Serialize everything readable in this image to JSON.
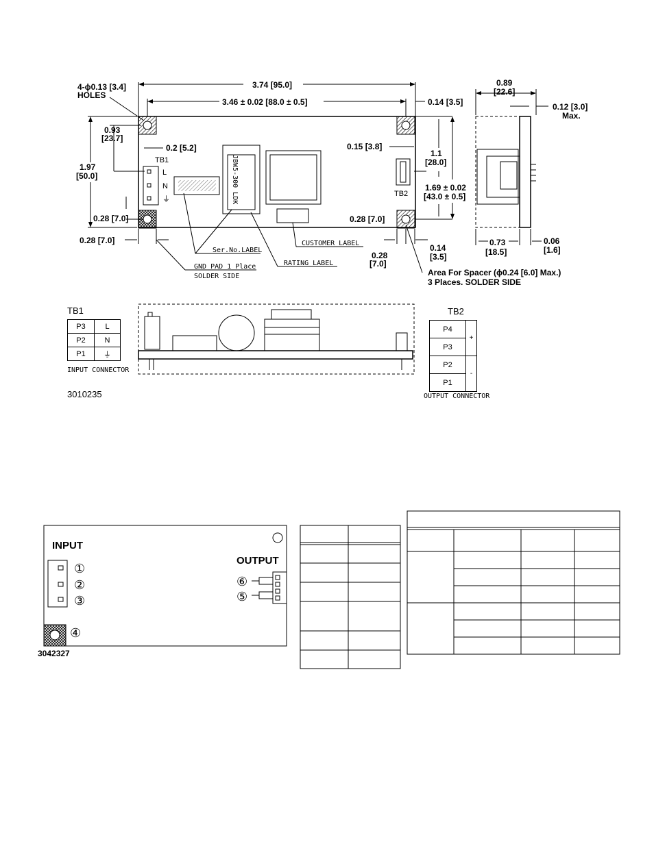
{
  "top_view": {
    "holes_label_1": "4-ϕ0.13 [3.4]",
    "holes_label_2": "HOLES",
    "dim_overall_width": "3.74 [95.0]",
    "dim_hole_spacing": "3.46 ± 0.02 [88.0 ± 0.5]",
    "dim_right_edge": "0.14 [3.5]",
    "dim_top_1": "0.93",
    "dim_top_2": "[23.7]",
    "dim_tb1_offset": "0.2 [5.2]",
    "dim_height_1": "1.97",
    "dim_height_2": "[50.0]",
    "dim_bottom_left": "0.28 [7.0]",
    "dim_bottom_left_edge": "0.28 [7.0]",
    "dim_tb2_offset": "0.15 [3.8]",
    "dim_tb2_h1": "1.1",
    "dim_tb2_h2": "[28.0]",
    "dim_vert_spacing_1": "1.69 ± 0.02",
    "dim_vert_spacing_2": "[43.0 ± 0.5]",
    "dim_bottom_right": "0.28 [7.0]",
    "dim_br_1": "0.28",
    "dim_br_2": "[7.0]",
    "dim_br_3": "0.14",
    "dim_br_4": "[3.5]",
    "tb1_label": "TB1",
    "tb1_pins": [
      "L",
      "N",
      "⏚"
    ],
    "tb2_label": "TB2",
    "rating_text": "JBW5-300 LDK",
    "ser_no_label": "Ser.No.LABEL",
    "gnd_pad_1": "GND PAD 1 Place",
    "gnd_pad_2": "SOLDER SIDE",
    "rating_label": "RATING LABEL",
    "customer_label": "CUSTOMER LABEL",
    "spacer_1": "Area For Spacer (ϕ0.24 [6.0] Max.)",
    "spacer_2": "3 Places. SOLDER SIDE"
  },
  "side_view": {
    "dim_w1": "0.89",
    "dim_w2": "[22.6]",
    "dim_max_1": "0.12 [3.0]",
    "dim_max_2": "Max.",
    "dim_b1": "0.73",
    "dim_b2": "[18.5]",
    "dim_b3": "0.06",
    "dim_b4": "[1.6]"
  },
  "tb1_table": {
    "title": "TB1",
    "rows": [
      [
        "P3",
        "L"
      ],
      [
        "P2",
        "N"
      ],
      [
        "P1",
        "⏚"
      ]
    ],
    "caption": "INPUT CONNECTOR"
  },
  "tb2_table": {
    "title": "TB2",
    "rows": [
      "P4",
      "P3",
      "P2",
      "P1"
    ],
    "plus": "+",
    "minus": "-",
    "caption": "OUTPUT CONNECTOR"
  },
  "drawing_id_1": "3010235",
  "pin_diagram": {
    "input": "INPUT",
    "output": "OUTPUT",
    "pins_in": [
      "①",
      "②",
      "③"
    ],
    "pin_gnd": "④",
    "pins_out": [
      "⑥",
      "⑤"
    ],
    "drawing_id": "3042327"
  }
}
